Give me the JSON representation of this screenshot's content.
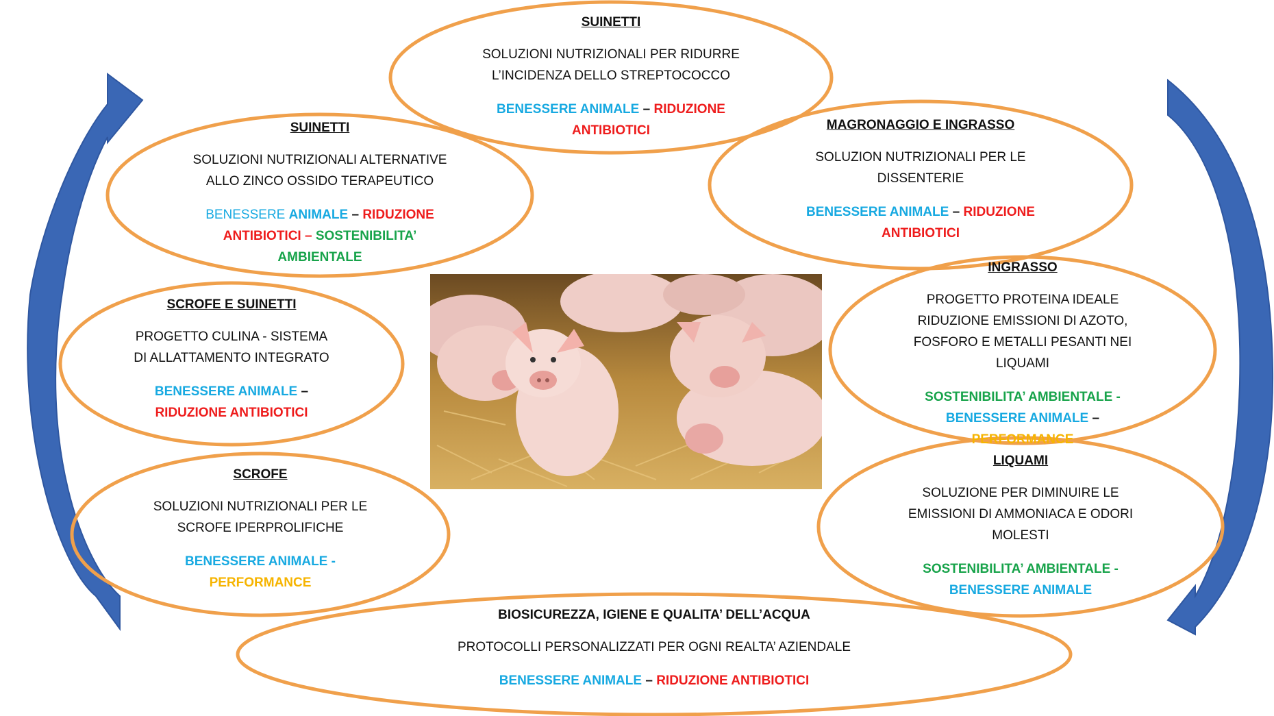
{
  "colors": {
    "ellipse_stroke": "#f0a04b",
    "arrow_fill": "#3a67b5",
    "benessere": "#17a9e1",
    "antibiotici": "#ee1c1c",
    "sostenibilita": "#17a34a",
    "performance": "#f6b400"
  },
  "nodes": [
    {
      "id": "suinetti-top",
      "title": "SUINETTI",
      "desc": [
        "SOLUZIONI NUTRIZIONALI PER RIDURRE",
        "L’INCIDENZA DELLO STREPTOCOCCO"
      ],
      "tags": [
        [
          "BENESSERE ANIMALE",
          " – ",
          "RIDUZIONE"
        ],
        [
          "ANTIBIOTICI"
        ]
      ]
    },
    {
      "id": "suinetti-left",
      "title": "SUINETTI",
      "desc": [
        "SOLUZIONI NUTRIZIONALI ALTERNATIVE",
        "ALLO ZINCO OSSIDO TERAPEUTICO"
      ],
      "tags": [
        [
          "BENESSERE ",
          "ANIMALE",
          " – ",
          "RIDUZIONE"
        ],
        [
          "ANTIBIOTICI – ",
          "SOSTENIBILITA’"
        ],
        [
          "AMBIENTALE"
        ]
      ]
    },
    {
      "id": "magronaggio",
      "title": "MAGRONAGGIO E INGRASSO",
      "desc": [
        "SOLUZION NUTRIZIONALI PER LE",
        "DISSENTERIE"
      ],
      "tags": [
        [
          "BENESSERE ANIMALE",
          " – ",
          "RIDUZIONE"
        ],
        [
          "ANTIBIOTICI"
        ]
      ]
    },
    {
      "id": "scrofe-suinetti",
      "title": "SCROFE E SUINETTI",
      "desc": [
        "PROGETTO CULINA -  SISTEMA",
        "DI ALLATTAMENTO INTEGRATO"
      ],
      "tags": [
        [
          "BENESSERE ANIMALE",
          " –"
        ],
        [
          "RIDUZIONE ANTIBIOTICI"
        ]
      ]
    },
    {
      "id": "ingrasso",
      "title": "INGRASSO",
      "desc": [
        "PROGETTO PROTEINA IDEALE",
        "RIDUZIONE EMISSIONI DI AZOTO,",
        "FOSFORO E METALLI PESANTI NEI",
        "LIQUAMI"
      ],
      "tags": [
        [
          "SOSTENIBILITA’ AMBIENTALE -"
        ],
        [
          "BENESSERE ANIMALE",
          " –"
        ],
        [
          "PERFORMANCE"
        ]
      ]
    },
    {
      "id": "scrofe",
      "title": "SCROFE",
      "desc": [
        "SOLUZIONI NUTRIZIONALI PER LE",
        "SCROFE IPERPROLIFICHE"
      ],
      "tags": [
        [
          "BENESSERE ANIMALE -"
        ],
        [
          "PERFORMANCE"
        ]
      ]
    },
    {
      "id": "liquami",
      "title": "LIQUAMI",
      "desc": [
        "SOLUZIONE PER DIMINUIRE LE",
        "EMISSIONI DI AMMONIACA E ODORI",
        "MOLESTI"
      ],
      "tags": [
        [
          "SOSTENIBILITA’ AMBIENTALE -"
        ],
        [
          "BENESSERE ANIMALE"
        ]
      ]
    },
    {
      "id": "biosicurezza",
      "title": "BIOSICUREZZA, IGIENE E QUALITA’ DELL’ACQUA",
      "desc": [
        "PROTOCOLLI PERSONALIZZATI PER OGNI REALTA’ AZIENDALE"
      ],
      "tags": [
        [
          "BENESSERE ANIMALE",
          " – ",
          "RIDUZIONE ANTIBIOTICI"
        ]
      ]
    }
  ],
  "photo": {
    "subject": "piglets-on-straw"
  }
}
